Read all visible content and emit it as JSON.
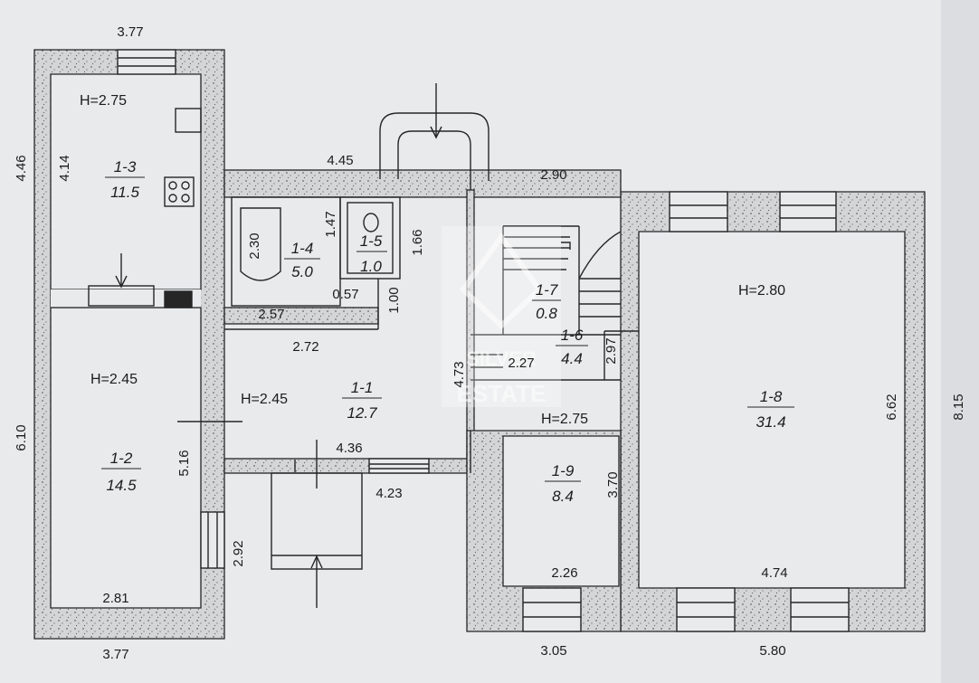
{
  "rooms": [
    {
      "id": "1-1",
      "area": "12.7",
      "height": "H=2.45"
    },
    {
      "id": "1-2",
      "area": "14.5",
      "height": "H=2.45"
    },
    {
      "id": "1-3",
      "area": "11.5",
      "height": "H=2.75"
    },
    {
      "id": "1-4",
      "area": "5.0"
    },
    {
      "id": "1-5",
      "area": "1.0"
    },
    {
      "id": "1-6",
      "area": "4.4"
    },
    {
      "id": "1-7",
      "area": "0.8"
    },
    {
      "id": "1-8",
      "area": "31.4",
      "height": "H=2.80"
    },
    {
      "id": "1-9",
      "area": "8.4",
      "height": "H=2.75"
    }
  ],
  "dimensions": {
    "top_left_width": "3.77",
    "bottom_left_width": "3.77",
    "left_upper_height": "4.46",
    "left_lower_height": "6.10",
    "r13_height": "4.14",
    "middle_top_width": "4.45",
    "right_top_width": "2.90",
    "bath_height": "2.30",
    "r14_inner_height": "1.47",
    "wc_height": "1.66",
    "wc_offset": "0.57",
    "wc_to_corridor": "1.00",
    "r14_width": "2.57",
    "corridor_width": "2.72",
    "hall_width": "4.36",
    "porch_width": "4.23",
    "porch_depth": "2.92",
    "r12_width": "2.81",
    "r12_height": "5.16",
    "stair_height": "4.73",
    "stair_width": "2.27",
    "r16_height": "2.97",
    "r19_height": "3.70",
    "r19_width": "2.26",
    "r18_width": "4.74",
    "r18_height": "6.62",
    "right_total_height": "8.15",
    "bottom_middle_width": "3.05",
    "bottom_right_width": "5.80"
  },
  "watermark": {
    "line1": "SILVER",
    "line2": "ESTATE"
  },
  "colors": {
    "wall_fill": "#d2d3d5",
    "line": "#262626",
    "paper": "#e9eaec"
  }
}
